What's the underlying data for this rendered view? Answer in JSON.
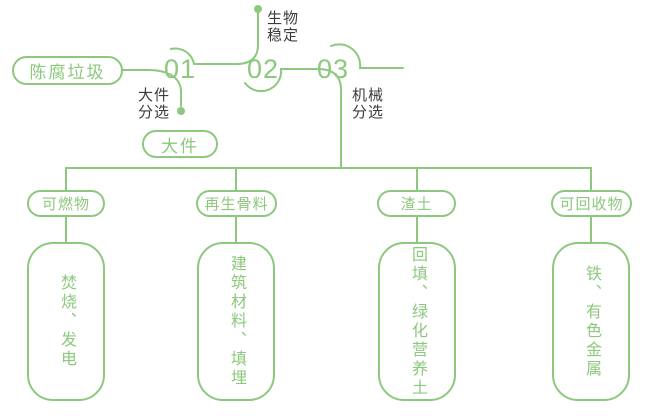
{
  "colors": {
    "green": "#8cc87d",
    "dark": "#3c3c3c",
    "background": "#ffffff"
  },
  "source": {
    "label": "陈腐垃圾"
  },
  "stages": [
    {
      "number": "01",
      "label_lines": [
        "大件",
        "分选"
      ],
      "output_label": "大件"
    },
    {
      "number": "02",
      "label_lines": [
        "生物",
        "稳定"
      ]
    },
    {
      "number": "03",
      "label_lines": [
        "机械",
        "分选"
      ]
    }
  ],
  "branches": [
    {
      "label": "可燃物",
      "result": "焚烧、发电"
    },
    {
      "label": "再生骨料",
      "result": "建筑材料、填埋"
    },
    {
      "label": "渣土",
      "result": "回填、绿化营养土"
    },
    {
      "label": "可回收物",
      "result": "铁、有色金属"
    }
  ]
}
